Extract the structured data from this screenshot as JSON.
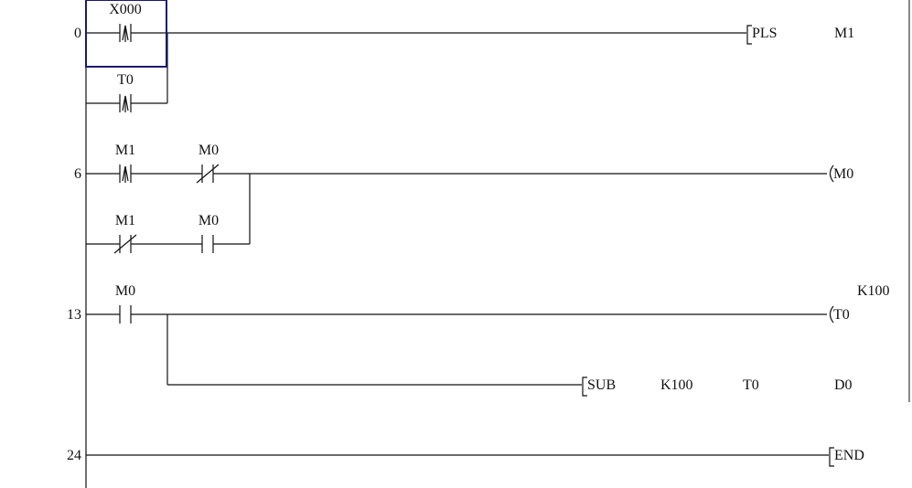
{
  "rungs": [
    {
      "step": "0",
      "contacts": [
        {
          "label": "X000",
          "type": "rising-edge"
        },
        {
          "label": "T0",
          "type": "rising-edge"
        }
      ],
      "instruction": {
        "op": "PLS",
        "operands": [
          "M1"
        ]
      }
    },
    {
      "step": "6",
      "contacts": [
        {
          "label": "M1",
          "type": "rising-edge"
        },
        {
          "label": "M0",
          "type": "normally-closed"
        },
        {
          "label": "M1",
          "type": "normally-closed"
        },
        {
          "label": "M0",
          "type": "normally-open"
        }
      ],
      "coil": "M0"
    },
    {
      "step": "13",
      "contacts": [
        {
          "label": "M0",
          "type": "normally-open"
        }
      ],
      "coil": "T0",
      "coil_setting": "K100",
      "instruction": {
        "op": "SUB",
        "operands": [
          "K100",
          "T0",
          "D0"
        ]
      }
    },
    {
      "step": "24",
      "instruction": {
        "op": "END"
      }
    }
  ],
  "colors": {
    "cursor": "#1a1a6e",
    "line": "#111111"
  }
}
